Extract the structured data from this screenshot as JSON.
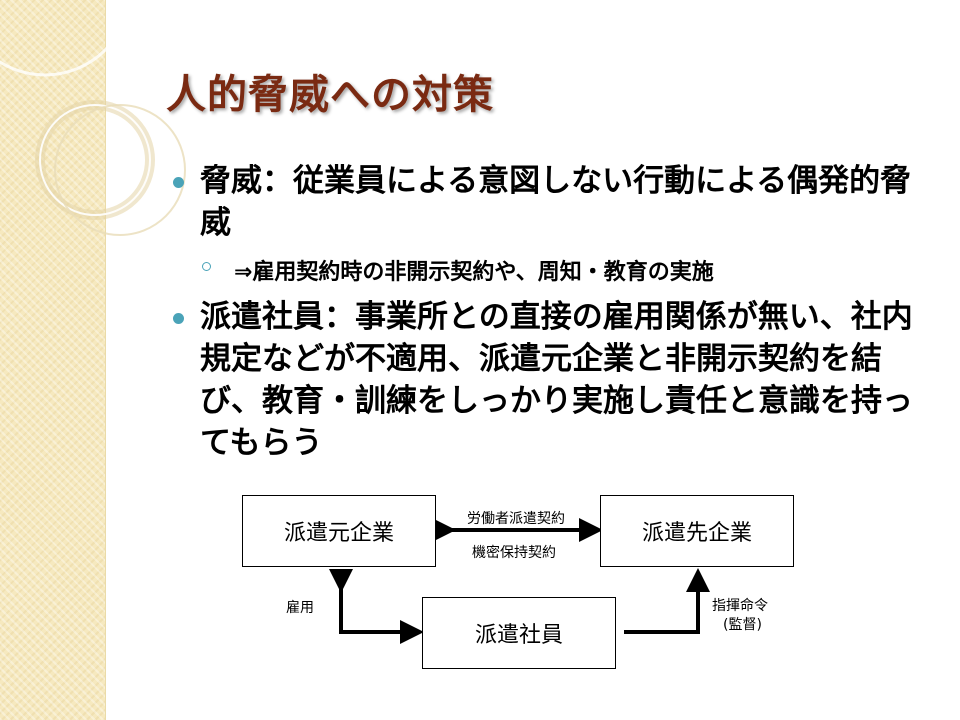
{
  "slide": {
    "title": "人的脅威への対策",
    "bullets": [
      {
        "text": "脅威：従業員による意図しない行動による偶発的脅威",
        "sub": "⇒雇用契約時の非開示契約や、周知・教育の実施"
      },
      {
        "text": "派遣社員：事業所との直接の雇用関係が無い、社内規定などが不適用、派遣元企業と非開示契約を結び、教育・訓練をしっかり実施し責任と意識を持ってもらう"
      }
    ]
  },
  "diagram": {
    "boxes": {
      "dispatcher": "派遣元企業",
      "client": "派遣先企業",
      "employee": "派遣社員"
    },
    "labels": {
      "contract_top": "労働者派遣契約",
      "contract_bottom": "機密保持契約",
      "employment": "雇用",
      "command_1": "指揮命令",
      "command_2": "(監督)"
    }
  },
  "colors": {
    "title": "#7a2a12",
    "bullet": "#4aa3b8",
    "sidebar": "#f6e9bf"
  }
}
